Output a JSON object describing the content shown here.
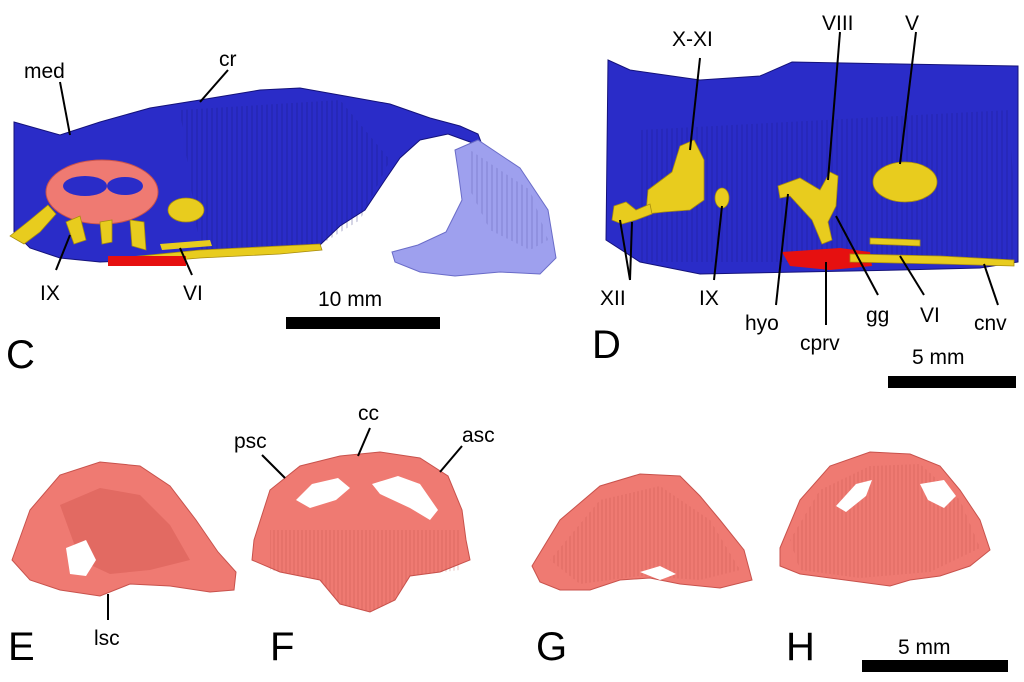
{
  "panels": {
    "C": {
      "letter": "C",
      "scale": "10 mm",
      "labels": {
        "med": "med",
        "cr": "cr",
        "ix": "IX",
        "vi": "VI"
      }
    },
    "D": {
      "letter": "D",
      "scale": "5 mm",
      "labels": {
        "x_xi": "X-XI",
        "viii": "VIII",
        "v": "V",
        "xii": "XII",
        "ix": "IX",
        "hyo": "hyo",
        "cprv": "cprv",
        "gg": "gg",
        "vi": "VI",
        "cnv": "cnv"
      }
    },
    "E": {
      "letter": "E",
      "labels": {
        "lsc": "lsc"
      }
    },
    "F": {
      "letter": "F",
      "labels": {
        "psc": "psc",
        "cc": "cc",
        "asc": "asc"
      }
    },
    "G": {
      "letter": "G"
    },
    "H": {
      "letter": "H",
      "scale": "5 mm"
    }
  },
  "colors": {
    "braincase": "#2a2cc8",
    "braincase_dark": "#14127a",
    "endosseous_labyrinth": "#ef7a72",
    "nerves": "#e8cc1e",
    "vessels": "#e61010",
    "pale_region": "#9ea0ee"
  }
}
